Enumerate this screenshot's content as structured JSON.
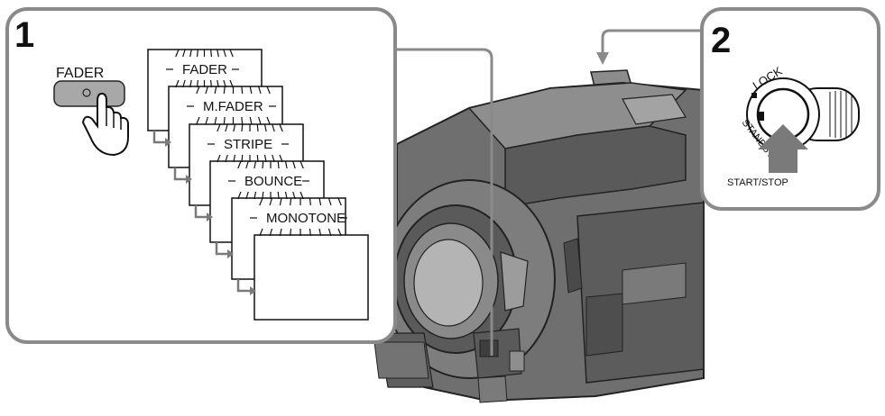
{
  "step1": {
    "number": "1",
    "button_label": "FADER",
    "modes": [
      "FADER",
      "M.FADER",
      "STRIPE",
      "BOUNCE",
      "MONOTONE"
    ]
  },
  "step2": {
    "number": "2",
    "lock_label": "LOCK",
    "standby_label": "STANDBY",
    "button_label": "START/STOP"
  },
  "colors": {
    "panel_border": "#8a8a8a",
    "button_fill": "#a8a8a8",
    "camera_body": "#6f6f6f",
    "camera_shadow": "#4a4a4a",
    "camera_light": "#9a9a9a",
    "arrow": "#7a7a7a"
  }
}
